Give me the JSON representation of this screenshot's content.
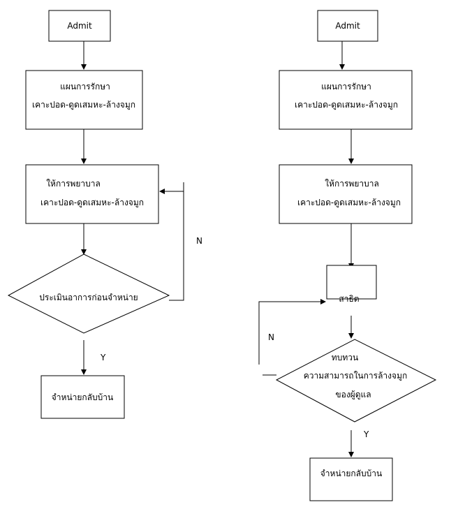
{
  "left": {
    "admit": "Admit",
    "plan_line1": "แผนการรักษา",
    "plan_line2": "เคาะปอด-ดูดเสมหะ-ล้างจมูก",
    "care_line1": "ให้การพยาบาล",
    "care_line2": "เคาะปอด-ดูดเสมหะ-ล้างจมูก",
    "assess": "ประเมินอาการก่อนจำหน่าย",
    "no_label": "N",
    "yes_label": "Y",
    "discharge": "จำหน่ายกลับบ้าน"
  },
  "right": {
    "admit": "Admit",
    "plan_line1": "แผนการรักษา",
    "plan_line2": "เคาะปอด-ดูดเสมหะ-ล้างจมูก",
    "care_line1": "ให้การพยาบาล",
    "care_line2": "เคาะปอด-ดูดเสมหะ-ล้างจมูก",
    "demo": "สาธิต",
    "review_line1": "ทบทวน",
    "review_line2": "ความสามารถในการล้างจมูก",
    "review_line3": "ของผู้ดูแล",
    "no_label": "N",
    "yes_label": "Y",
    "discharge": "จำหน่ายกลับบ้าน"
  }
}
